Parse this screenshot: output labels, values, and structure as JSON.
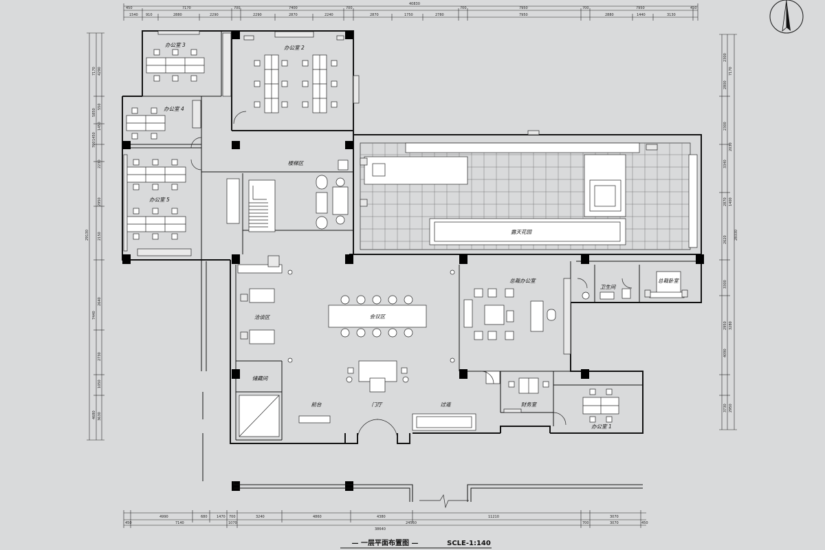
{
  "drawing": {
    "title": "— 一层平面布置图 —",
    "scale": "SCLE-1:140",
    "north_arrow_icon": "north-arrow-icon"
  },
  "rooms": {
    "office_1": "办公室 1",
    "office_2": "办公室 2",
    "office_3": "办公室 3",
    "office_4": "办公室 4",
    "office_5": "办公室 5",
    "stair_area": "楼梯区",
    "roof_garden": "露天花园",
    "ceo_office": "总裁办公室",
    "restroom": "卫生间",
    "ceo_bedroom": "总裁卧室",
    "lounge": "洽谈区",
    "meeting": "会议区",
    "storage": "储藏间",
    "reception": "前台",
    "lobby": "门厅",
    "corridor": "过道",
    "finance": "财务室"
  },
  "dimensions": {
    "top_total": "40830",
    "top_row1": [
      "7170",
      "7400",
      "7950",
      "7950"
    ],
    "top_row2": [
      "1540",
      "910",
      "2880",
      "2290",
      "2290",
      "2870",
      "2240",
      "2870",
      "1750",
      "2780",
      "7950",
      "2880",
      "1440",
      "3130"
    ],
    "top_small": [
      "450",
      "700",
      "700",
      "700",
      "700",
      "450"
    ],
    "bottom_row1": [
      "4990",
      "680",
      "1470",
      "3240",
      "4860",
      "4380",
      "11210",
      "3070"
    ],
    "bottom_row2": [
      "7140",
      "1070",
      "24560",
      "3070"
    ],
    "bottom_total": "38640",
    "bottom_small": [
      "450",
      "700",
      "700",
      "450"
    ],
    "left_row": [
      "7170",
      "4290",
      "5850",
      "550",
      "1450",
      "1450",
      "700",
      "2230",
      "2950",
      "2150",
      "7440",
      "2640",
      "2730",
      "1050",
      "4680",
      "3630"
    ],
    "left_total": "29130",
    "right_row": [
      "2300",
      "2800",
      "7170",
      "2300",
      "3340",
      "2030",
      "2870",
      "1400",
      "2620",
      "3300",
      "2950",
      "3280",
      "4090",
      "3730",
      "2950"
    ],
    "right_total": "28330"
  }
}
